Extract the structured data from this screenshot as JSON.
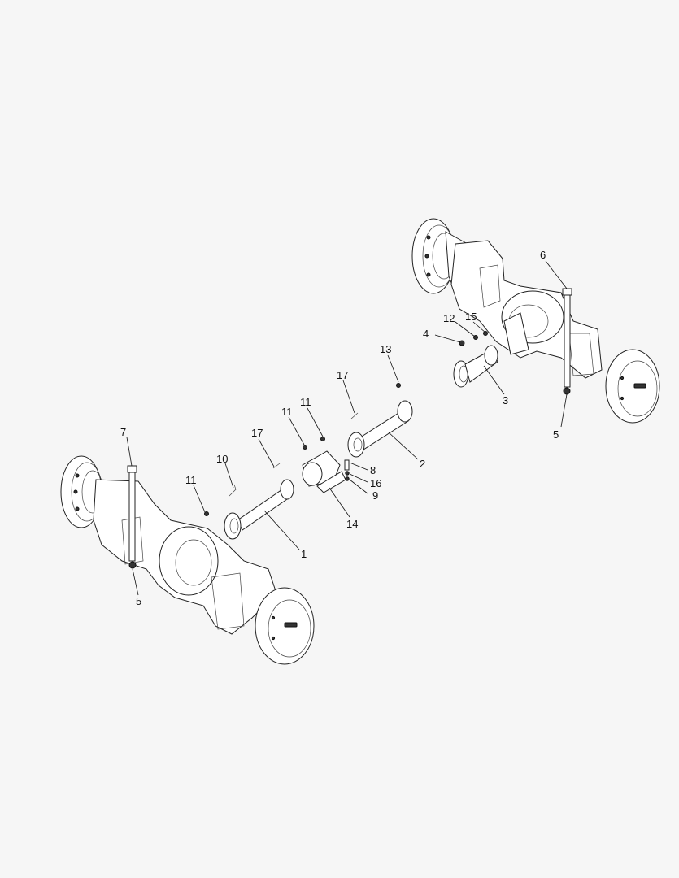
{
  "callouts": {
    "c1": "1",
    "c2": "2",
    "c3": "3",
    "c4": "4",
    "c5a": "5",
    "c5b": "5",
    "c6": "6",
    "c7": "7",
    "c8": "8",
    "c9": "9",
    "c10": "10",
    "c11a": "11",
    "c11b": "11",
    "c11c": "11",
    "c12": "12",
    "c13": "13",
    "c14": "14",
    "c15": "15",
    "c16": "16",
    "c17a": "17",
    "c17b": "17"
  }
}
